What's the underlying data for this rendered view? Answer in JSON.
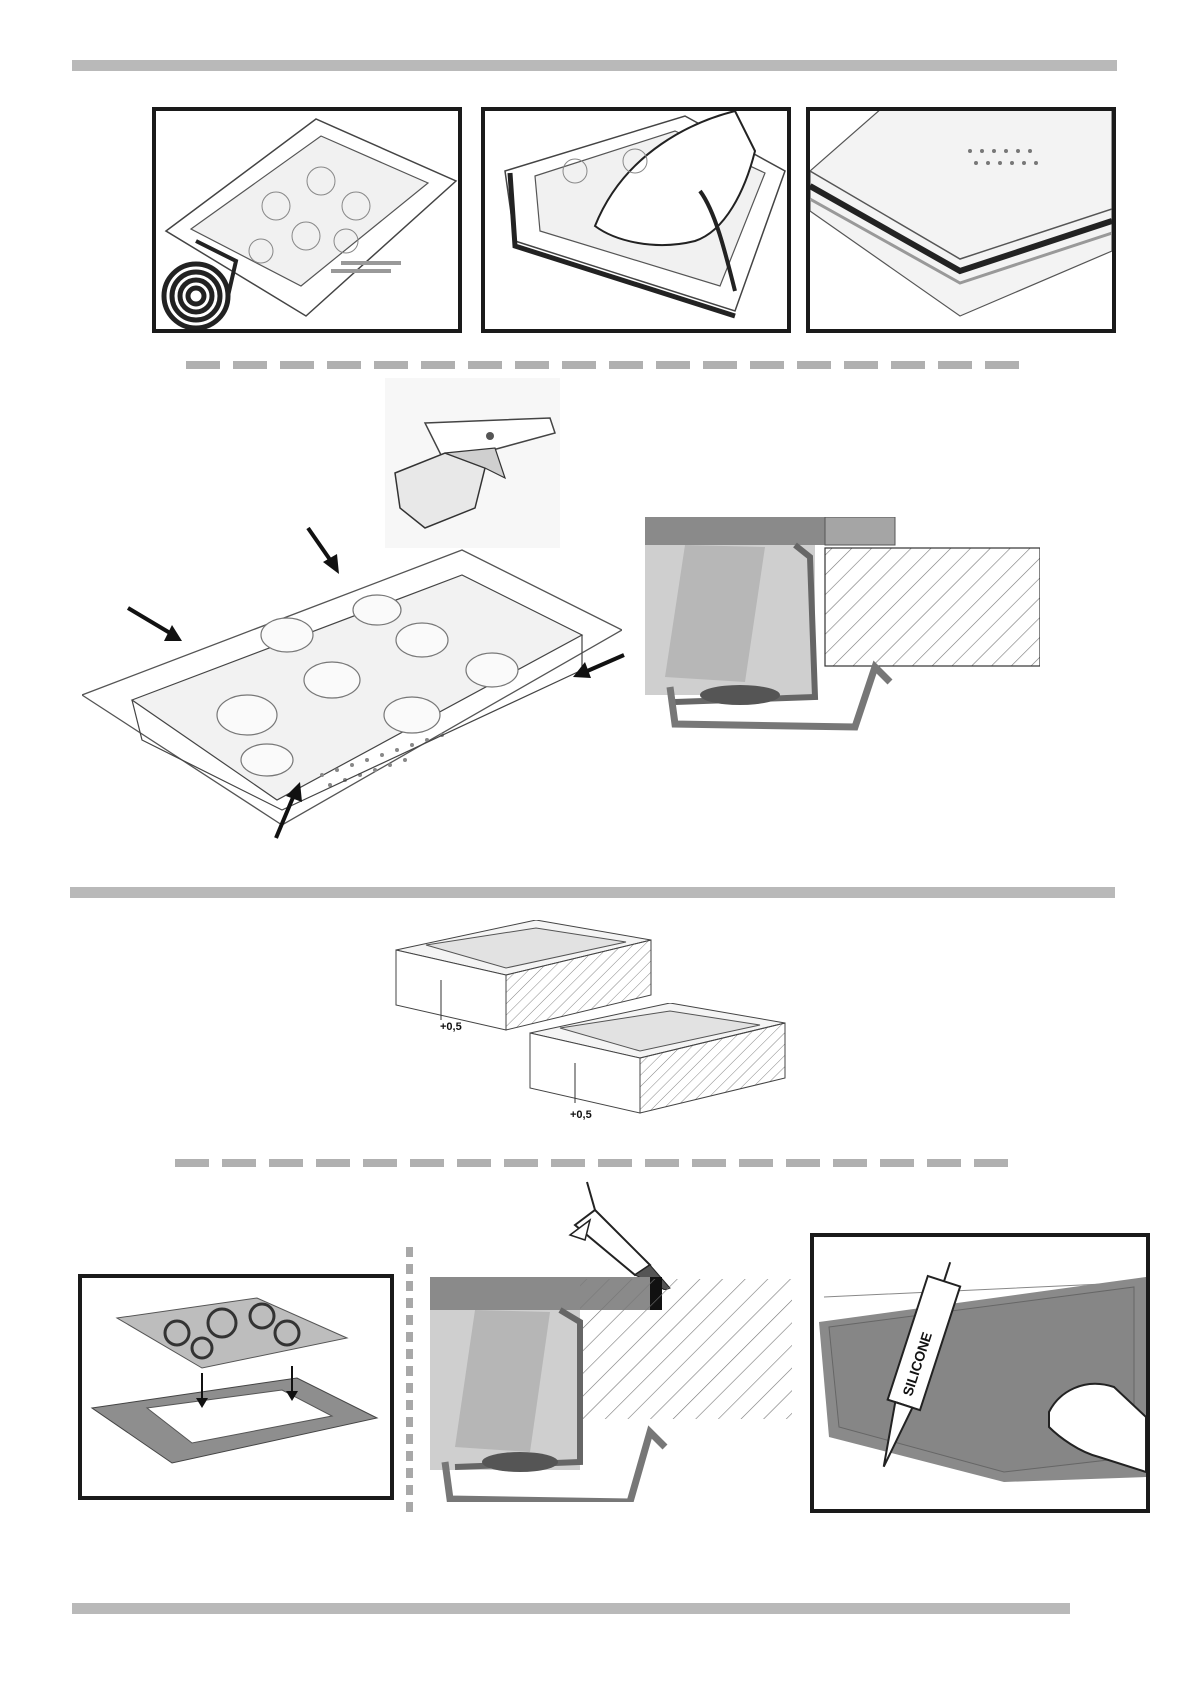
{
  "figures": {
    "tolerance_upper": {
      "label": "+0,5"
    },
    "tolerance_lower": {
      "label": "+0,5"
    },
    "silicone_tube": {
      "label": "SILICONE"
    }
  },
  "colors": {
    "rule_bar": "#b9b9b9",
    "dash": "#b0b0b0",
    "frame": "#1a1a1a",
    "worktop_grey": "#8a8a8a",
    "trim_grey": "#7a7a7a"
  },
  "icons": [
    "arrow-icon"
  ]
}
